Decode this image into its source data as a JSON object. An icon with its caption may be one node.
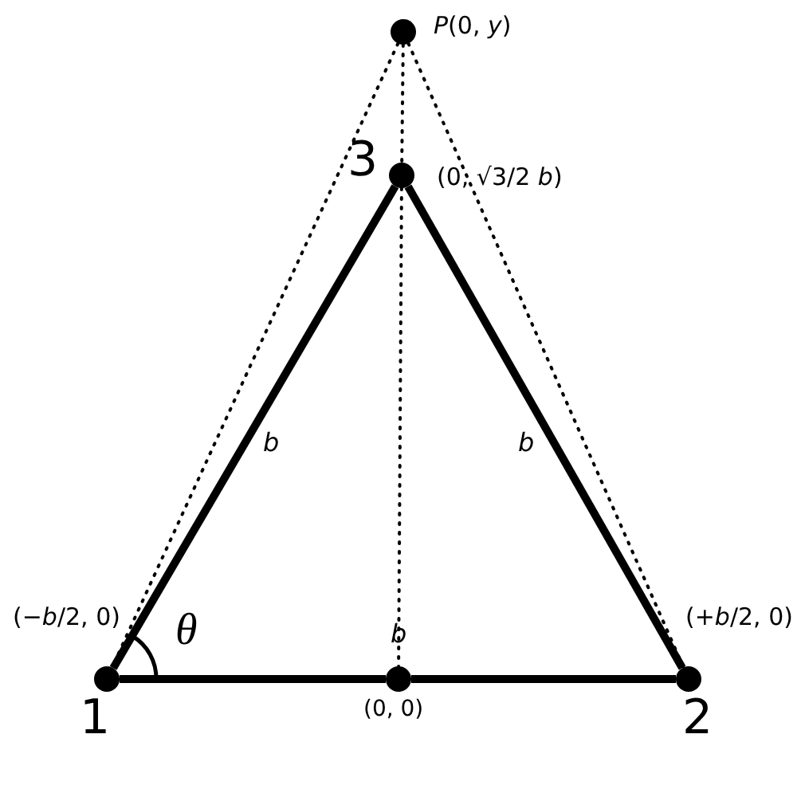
{
  "diagram": {
    "nodes": [
      {
        "text": [],
        "shape": "circle",
        "beside": [
          "*P*(0, *y*)"
        ]
      },
      {
        "text": [],
        "shape": "circle",
        "beside": [
          "3",
          "(0, √3/2 *b*)"
        ]
      },
      {
        "text": [],
        "shape": "circle",
        "beside": [
          "(−*b*/2, 0)",
          "1"
        ]
      },
      {
        "text": [],
        "shape": "circle",
        "beside": [
          "(0, 0)"
        ]
      },
      {
        "text": [],
        "shape": "circle",
        "beside": [
          "(+*b*/2, 0)",
          "2"
        ]
      }
    ],
    "edges": [
      {
        "from": 2,
        "to": 1,
        "arrow": "none",
        "style": "thick"
      },
      {
        "from": 1,
        "to": 4,
        "arrow": "none",
        "style": "thick"
      },
      {
        "from": 2,
        "to": 3,
        "arrow": "none",
        "style": "thick"
      },
      {
        "from": 3,
        "to": 4,
        "arrow": "none",
        "style": "thick"
      },
      {
        "from": 0,
        "to": 2,
        "arrow": "none",
        "style": "dashed"
      },
      {
        "from": 0,
        "to": 4,
        "arrow": "none",
        "style": "dashed"
      },
      {
        "from": 0,
        "to": 1,
        "arrow": "none",
        "style": "dashed"
      },
      {
        "from": 1,
        "to": 3,
        "arrow": "none",
        "style": "dashed"
      }
    ],
    "labels": [
      "*b*",
      "*b*",
      "θ",
      "*b*"
    ]
  }
}
